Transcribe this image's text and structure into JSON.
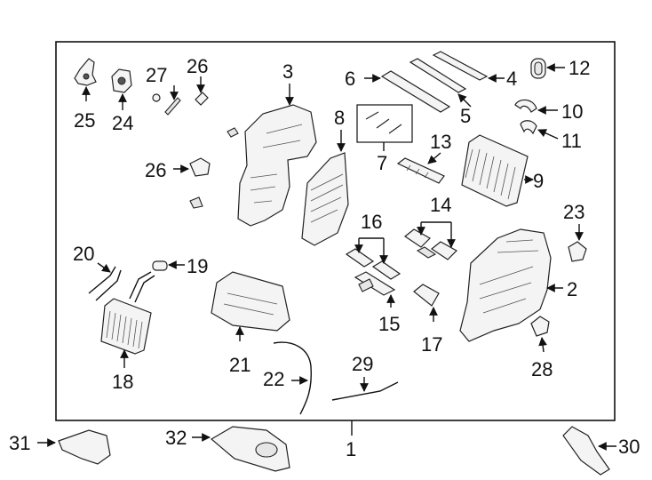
{
  "diagram": {
    "callouts": {
      "n1": "1",
      "n2": "2",
      "n3": "3",
      "n4": "4",
      "n5": "5",
      "n6": "6",
      "n7": "7",
      "n8": "8",
      "n9": "9",
      "n10": "10",
      "n11": "11",
      "n12": "12",
      "n13": "13",
      "n14": "14",
      "n15": "15",
      "n16": "16",
      "n17": "17",
      "n18": "18",
      "n19": "19",
      "n20": "20",
      "n21": "21",
      "n22": "22",
      "n23": "23",
      "n24": "24",
      "n25": "25",
      "n26a": "26",
      "n26b": "26",
      "n27": "27",
      "n28": "28",
      "n29": "29",
      "n30": "30",
      "n31": "31",
      "n32": "32"
    }
  }
}
